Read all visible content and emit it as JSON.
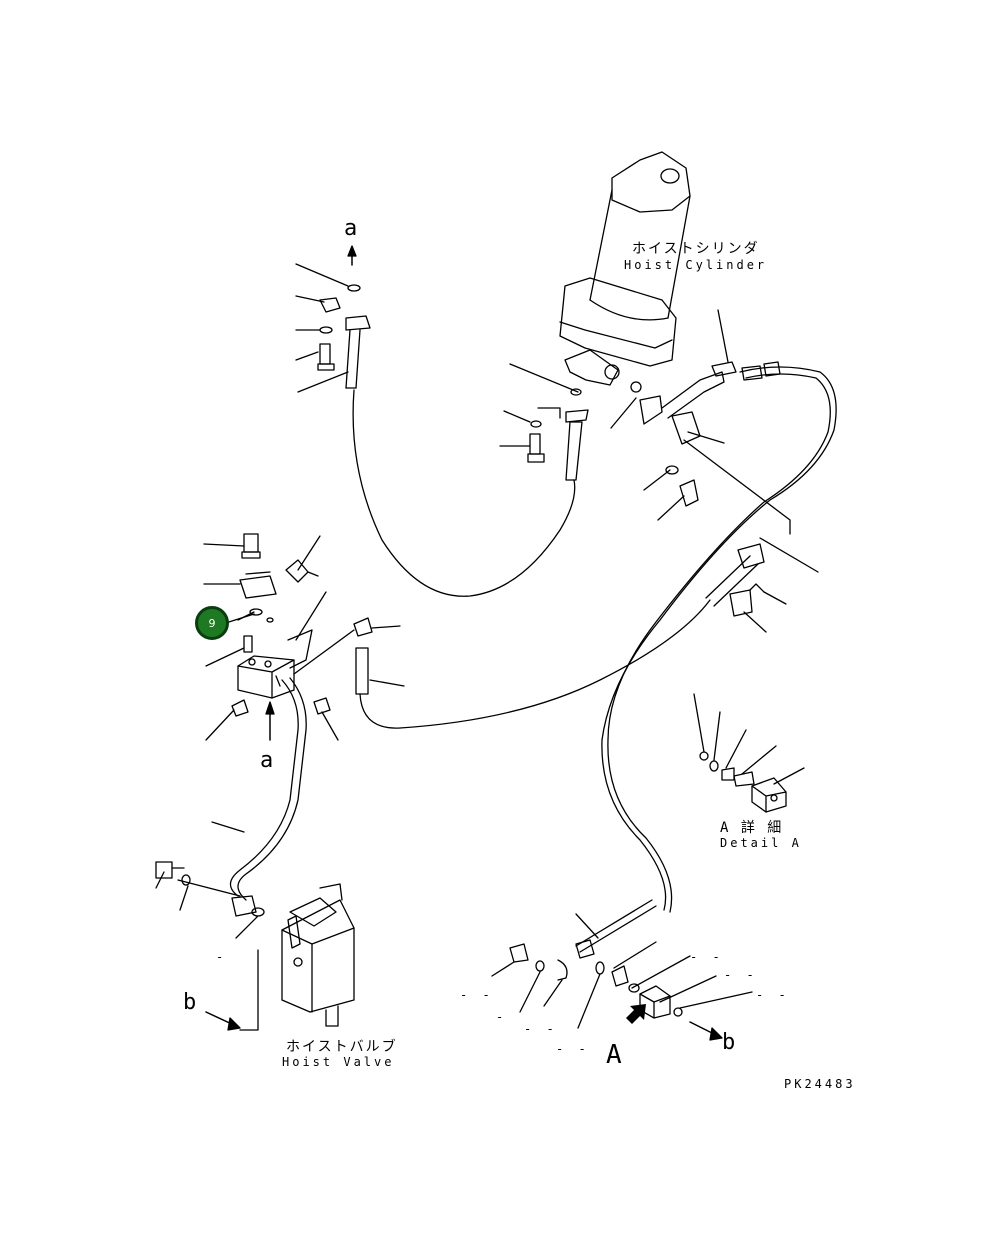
{
  "labels": {
    "cylinder_jp": "ホイストシリンダ",
    "cylinder_en": "Hoist Cylinder",
    "valve_jp": "ホイストバルブ",
    "valve_en": "Hoist Valve",
    "detail_jp": "A 詳 細",
    "detail_en": "Detail A",
    "marker_a_top": "a",
    "marker_a_bottom": "a",
    "marker_b_left": "b",
    "marker_b_right": "b",
    "marker_A": "A",
    "drawing_number": "PK24483"
  },
  "callout": {
    "number": "9",
    "color": "#1e7a22",
    "border_color": "#0b3d10"
  },
  "blank_dashes": [
    "- -",
    "- -",
    "- -",
    "- -",
    "- -",
    "- -",
    "-"
  ]
}
